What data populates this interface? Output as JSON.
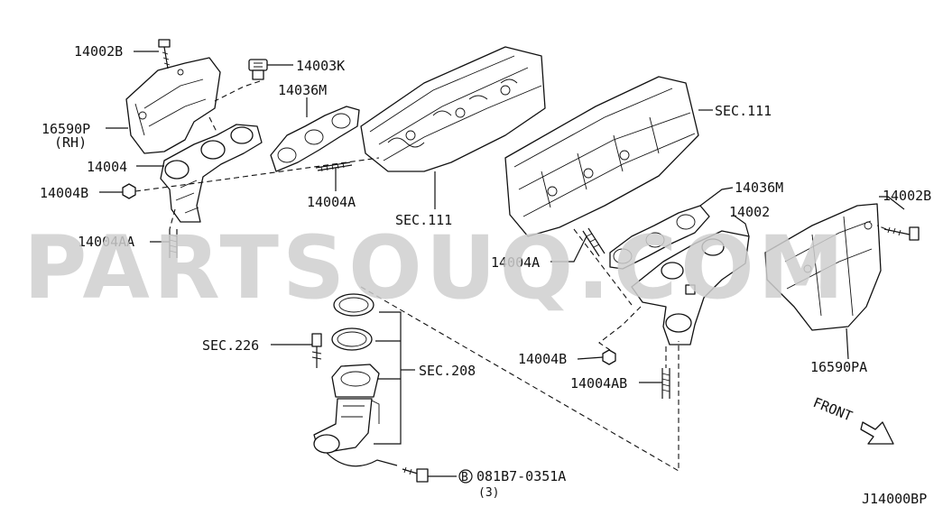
{
  "watermark": "PARTSOUQ.COM",
  "diagram_code": "J14000BP",
  "front_label": "FRONT",
  "callouts": {
    "p14002B_left": "14002B",
    "p14003K": "14003K",
    "p14036M_left": "14036M",
    "p16590P": "16590P",
    "p16590P_sub": "(RH)",
    "p14004": "14004",
    "p14004B_left": "14004B",
    "p14004A_left": "14004A",
    "sec111_center": "SEC.111",
    "p14004AA": "14004AA",
    "sec111_right": "SEC.111",
    "p14036M_right": "14036M",
    "p14002": "14002",
    "p14002B_right": "14002B",
    "p14004A_right": "14004A",
    "p16590PA": "16590PA",
    "p14004B_right": "14004B",
    "p14004AB": "14004AB",
    "sec226": "SEC.226",
    "sec208": "SEC.208",
    "bolt_circle": "B",
    "bolt_code": "081B7-0351A",
    "bolt_qty": "(3)"
  }
}
